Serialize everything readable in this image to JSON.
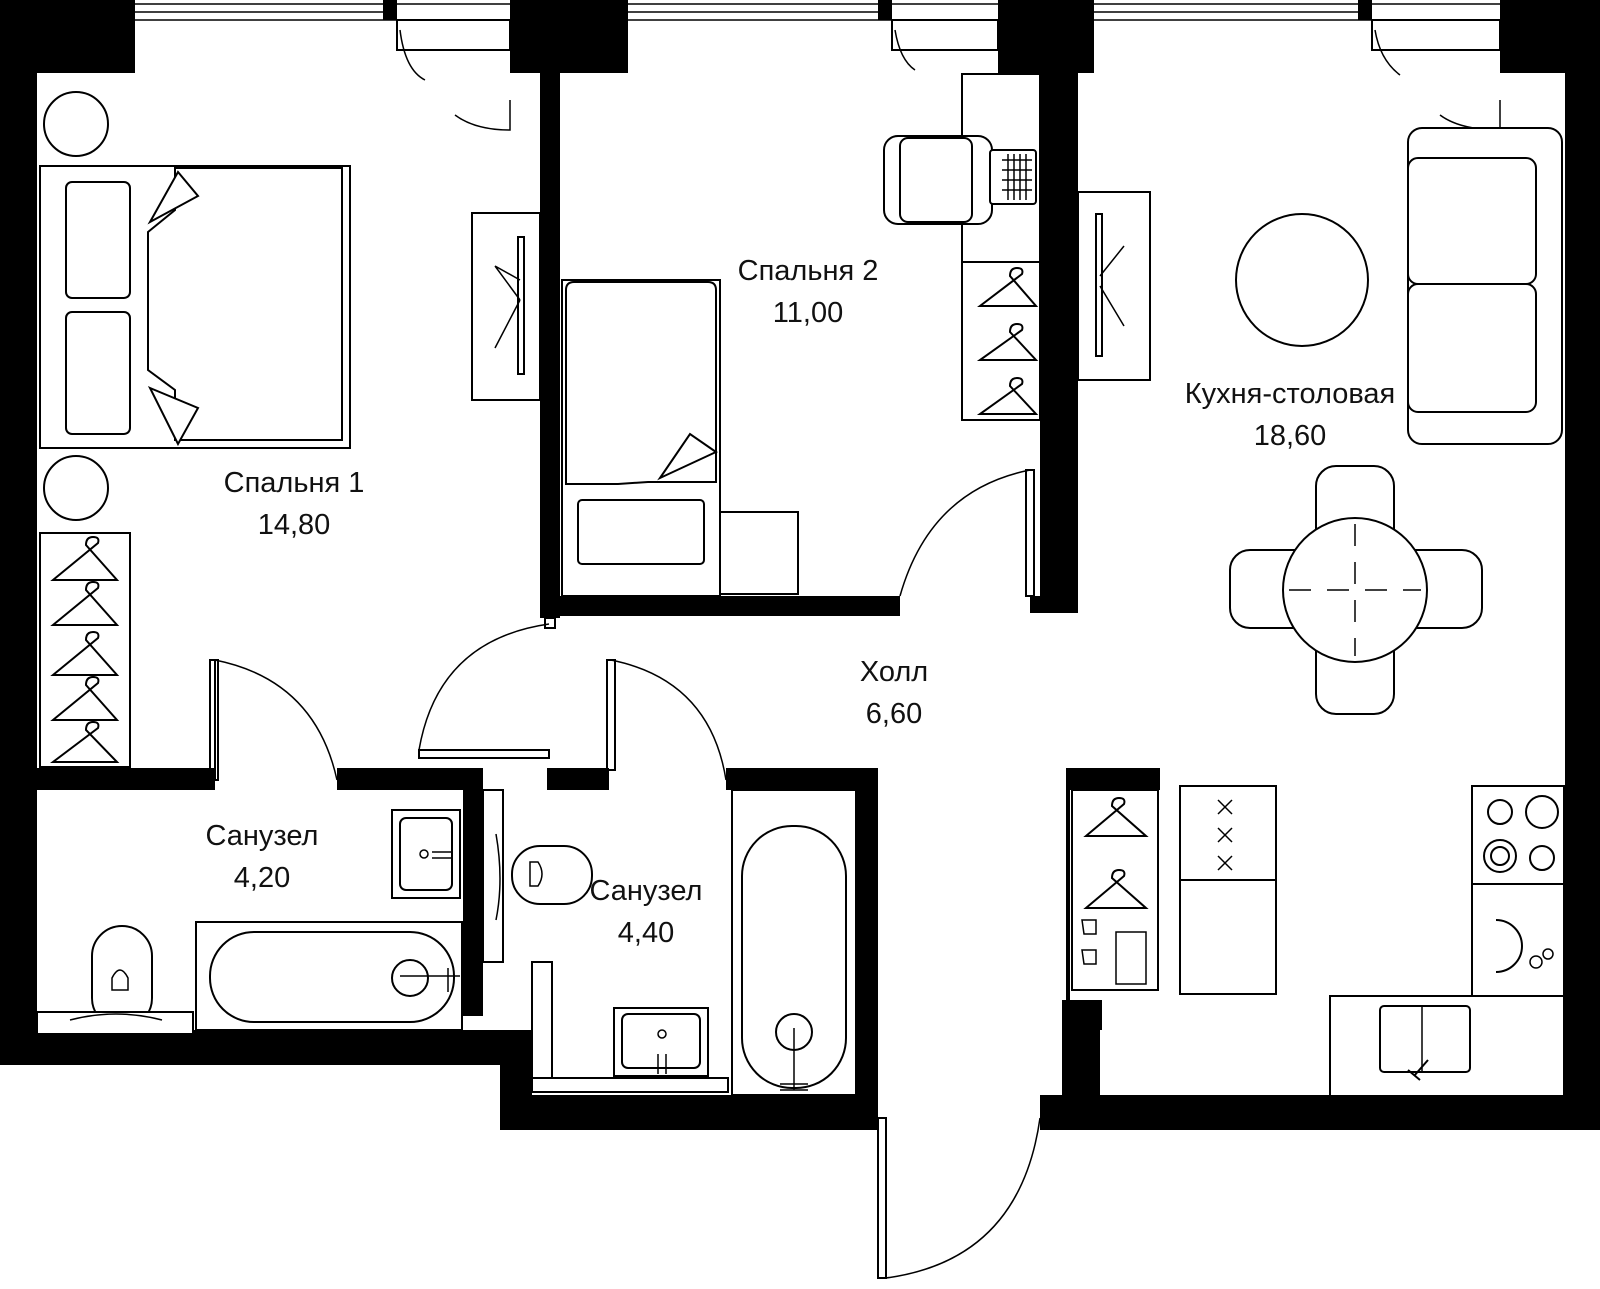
{
  "plan": {
    "colors": {
      "wall": "#000000",
      "background": "#ffffff",
      "line": "#000000"
    },
    "rooms": [
      {
        "id": "bedroom-1",
        "name": "Спальня 1",
        "area": "14,80"
      },
      {
        "id": "bedroom-2",
        "name": "Спальня 2",
        "area": "11,00"
      },
      {
        "id": "kitchen-dining",
        "name": "Кухня-столовая",
        "area": "18,60"
      },
      {
        "id": "hall",
        "name": "Холл",
        "area": "6,60"
      },
      {
        "id": "bathroom-1",
        "name": "Санузел",
        "area": "4,20"
      },
      {
        "id": "bathroom-2",
        "name": "Санузел",
        "area": "4,40"
      }
    ],
    "icons": [
      "double-bed-icon",
      "single-bed-icon",
      "sofa-icon",
      "dining-table-icon",
      "bathtub-icon",
      "toilet-icon",
      "sink-icon",
      "stove-icon",
      "wardrobe-icon",
      "hanger-icon",
      "washing-machine-icon",
      "desk-icon",
      "armchair-icon",
      "round-table-icon",
      "window-icon",
      "door-icon"
    ]
  }
}
